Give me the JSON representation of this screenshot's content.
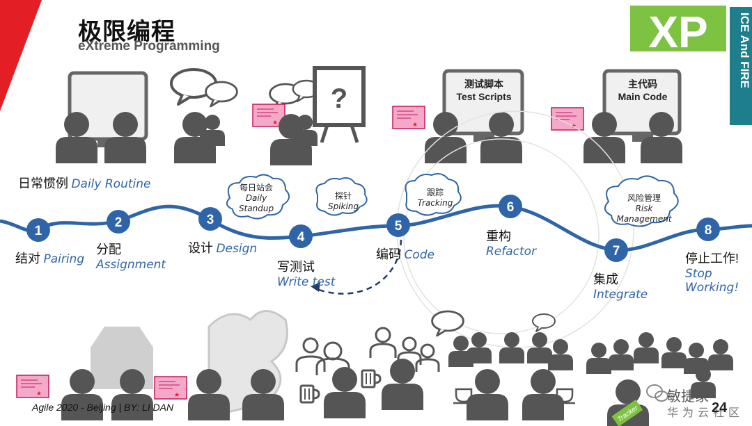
{
  "title": "极限编程",
  "subtitle": "eXtreme Programming",
  "logo": "XP",
  "banner": "ICE And FIRE",
  "daily_routine": {
    "cn": "日常惯例",
    "en": "Daily Routine"
  },
  "screens": {
    "test_scripts": {
      "cn": "测试脚本",
      "en": "Test Scripts"
    },
    "main_code": {
      "cn": "主代码",
      "en": "Main Code"
    },
    "question": "?"
  },
  "clouds": {
    "standup": {
      "cn": "每日站会",
      "en1": "Daily",
      "en2": "Standup"
    },
    "spiking": {
      "cn": "探针",
      "en": "Spiking"
    },
    "tracking": {
      "cn": "跟踪",
      "en": "Tracking"
    },
    "risk": {
      "cn": "风险管理",
      "en1": "Risk",
      "en2": "Management"
    }
  },
  "steps": [
    {
      "n": "1",
      "cn": "结对",
      "en": "Pairing"
    },
    {
      "n": "2",
      "cn": "分配",
      "en": "Assignment"
    },
    {
      "n": "3",
      "cn": "设计",
      "en": "Design"
    },
    {
      "n": "4",
      "cn": "写测试",
      "en": "Write test"
    },
    {
      "n": "5",
      "cn": "编码",
      "en": "Code"
    },
    {
      "n": "6",
      "cn": "重构",
      "en": "Refactor"
    },
    {
      "n": "7",
      "cn": "集成",
      "en": "Integrate"
    },
    {
      "n": "8",
      "cn": "停止工作!",
      "en1": "Stop",
      "en2": "Working!"
    }
  ],
  "footer": "Agile 2020 - Beijing | BY: LI DAN",
  "page_number": "24",
  "watermark": {
    "line1": "敏捷家",
    "line2": "华为云社区"
  },
  "tracker_label": "Tracker",
  "colors": {
    "accent_blue": "#2f64a8",
    "xp_green": "#7ec242",
    "banner_teal": "#1e7e8c",
    "red": "#e31e24",
    "silhouette": "#555555",
    "card_pink": "#f4a9c9"
  }
}
